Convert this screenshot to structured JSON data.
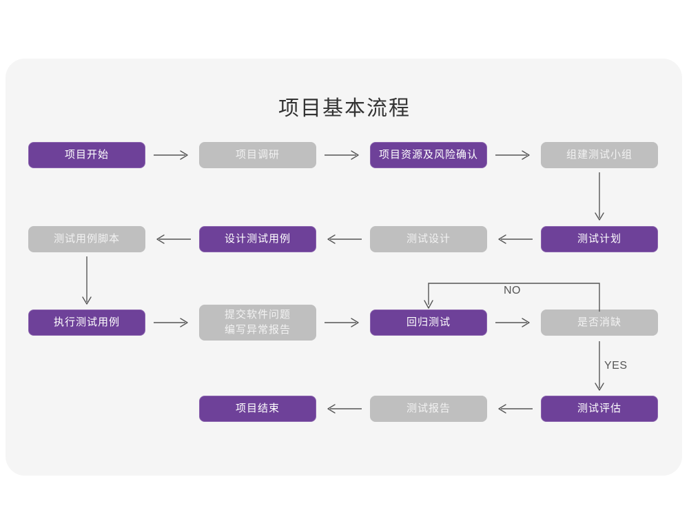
{
  "page": {
    "background": "#ffffff",
    "card_background": "#f5f5f5",
    "title": "项目基本流程",
    "accent_purple": "#6e4199",
    "accent_gray": "#bfbfbf",
    "arrow_color": "#555555"
  },
  "chart_data": {
    "type": "diagram",
    "title": "项目基本流程",
    "nodes": [
      {
        "id": "n1",
        "label": "项目开始",
        "style": "purple",
        "row": 1,
        "col": 1
      },
      {
        "id": "n2",
        "label": "项目调研",
        "style": "gray",
        "row": 1,
        "col": 2
      },
      {
        "id": "n3",
        "label": "项目资源及风险确认",
        "style": "purple",
        "row": 1,
        "col": 3
      },
      {
        "id": "n4",
        "label": "组建测试小组",
        "style": "gray",
        "row": 1,
        "col": 4
      },
      {
        "id": "n5",
        "label": "测试用例脚本",
        "style": "gray",
        "row": 2,
        "col": 1
      },
      {
        "id": "n6",
        "label": "设计测试用例",
        "style": "purple",
        "row": 2,
        "col": 2
      },
      {
        "id": "n7",
        "label": "测试设计",
        "style": "gray",
        "row": 2,
        "col": 3
      },
      {
        "id": "n8",
        "label": "测试计划",
        "style": "purple",
        "row": 2,
        "col": 4
      },
      {
        "id": "n9",
        "label": "执行测试用例",
        "style": "purple",
        "row": 3,
        "col": 1
      },
      {
        "id": "n10",
        "label": "提交软件问题\n编写异常报告",
        "style": "gray",
        "row": 3,
        "col": 2
      },
      {
        "id": "n11",
        "label": "回归测试",
        "style": "purple",
        "row": 3,
        "col": 3
      },
      {
        "id": "n12",
        "label": "是否消缺",
        "style": "gray",
        "row": 3,
        "col": 4
      },
      {
        "id": "n13",
        "label": "项目结束",
        "style": "purple",
        "row": 4,
        "col": 2
      },
      {
        "id": "n14",
        "label": "测试报告",
        "style": "gray",
        "row": 4,
        "col": 3
      },
      {
        "id": "n15",
        "label": "测试评估",
        "style": "purple",
        "row": 4,
        "col": 4
      }
    ],
    "edges": [
      {
        "from": "n1",
        "to": "n2",
        "label": "",
        "direction": "right"
      },
      {
        "from": "n2",
        "to": "n3",
        "label": "",
        "direction": "right"
      },
      {
        "from": "n3",
        "to": "n4",
        "label": "",
        "direction": "right"
      },
      {
        "from": "n4",
        "to": "n8",
        "label": "",
        "direction": "down"
      },
      {
        "from": "n8",
        "to": "n7",
        "label": "",
        "direction": "left"
      },
      {
        "from": "n7",
        "to": "n6",
        "label": "",
        "direction": "left"
      },
      {
        "from": "n6",
        "to": "n5",
        "label": "",
        "direction": "left"
      },
      {
        "from": "n5",
        "to": "n9",
        "label": "",
        "direction": "down"
      },
      {
        "from": "n9",
        "to": "n10",
        "label": "",
        "direction": "right"
      },
      {
        "from": "n10",
        "to": "n11",
        "label": "",
        "direction": "right"
      },
      {
        "from": "n11",
        "to": "n12",
        "label": "",
        "direction": "right"
      },
      {
        "from": "n12",
        "to": "n11",
        "label": "NO",
        "direction": "loop-up-left"
      },
      {
        "from": "n12",
        "to": "n15",
        "label": "YES",
        "direction": "down"
      },
      {
        "from": "n15",
        "to": "n14",
        "label": "",
        "direction": "left"
      },
      {
        "from": "n14",
        "to": "n13",
        "label": "",
        "direction": "left"
      }
    ],
    "labels": {
      "no": "NO",
      "yes": "YES"
    }
  }
}
